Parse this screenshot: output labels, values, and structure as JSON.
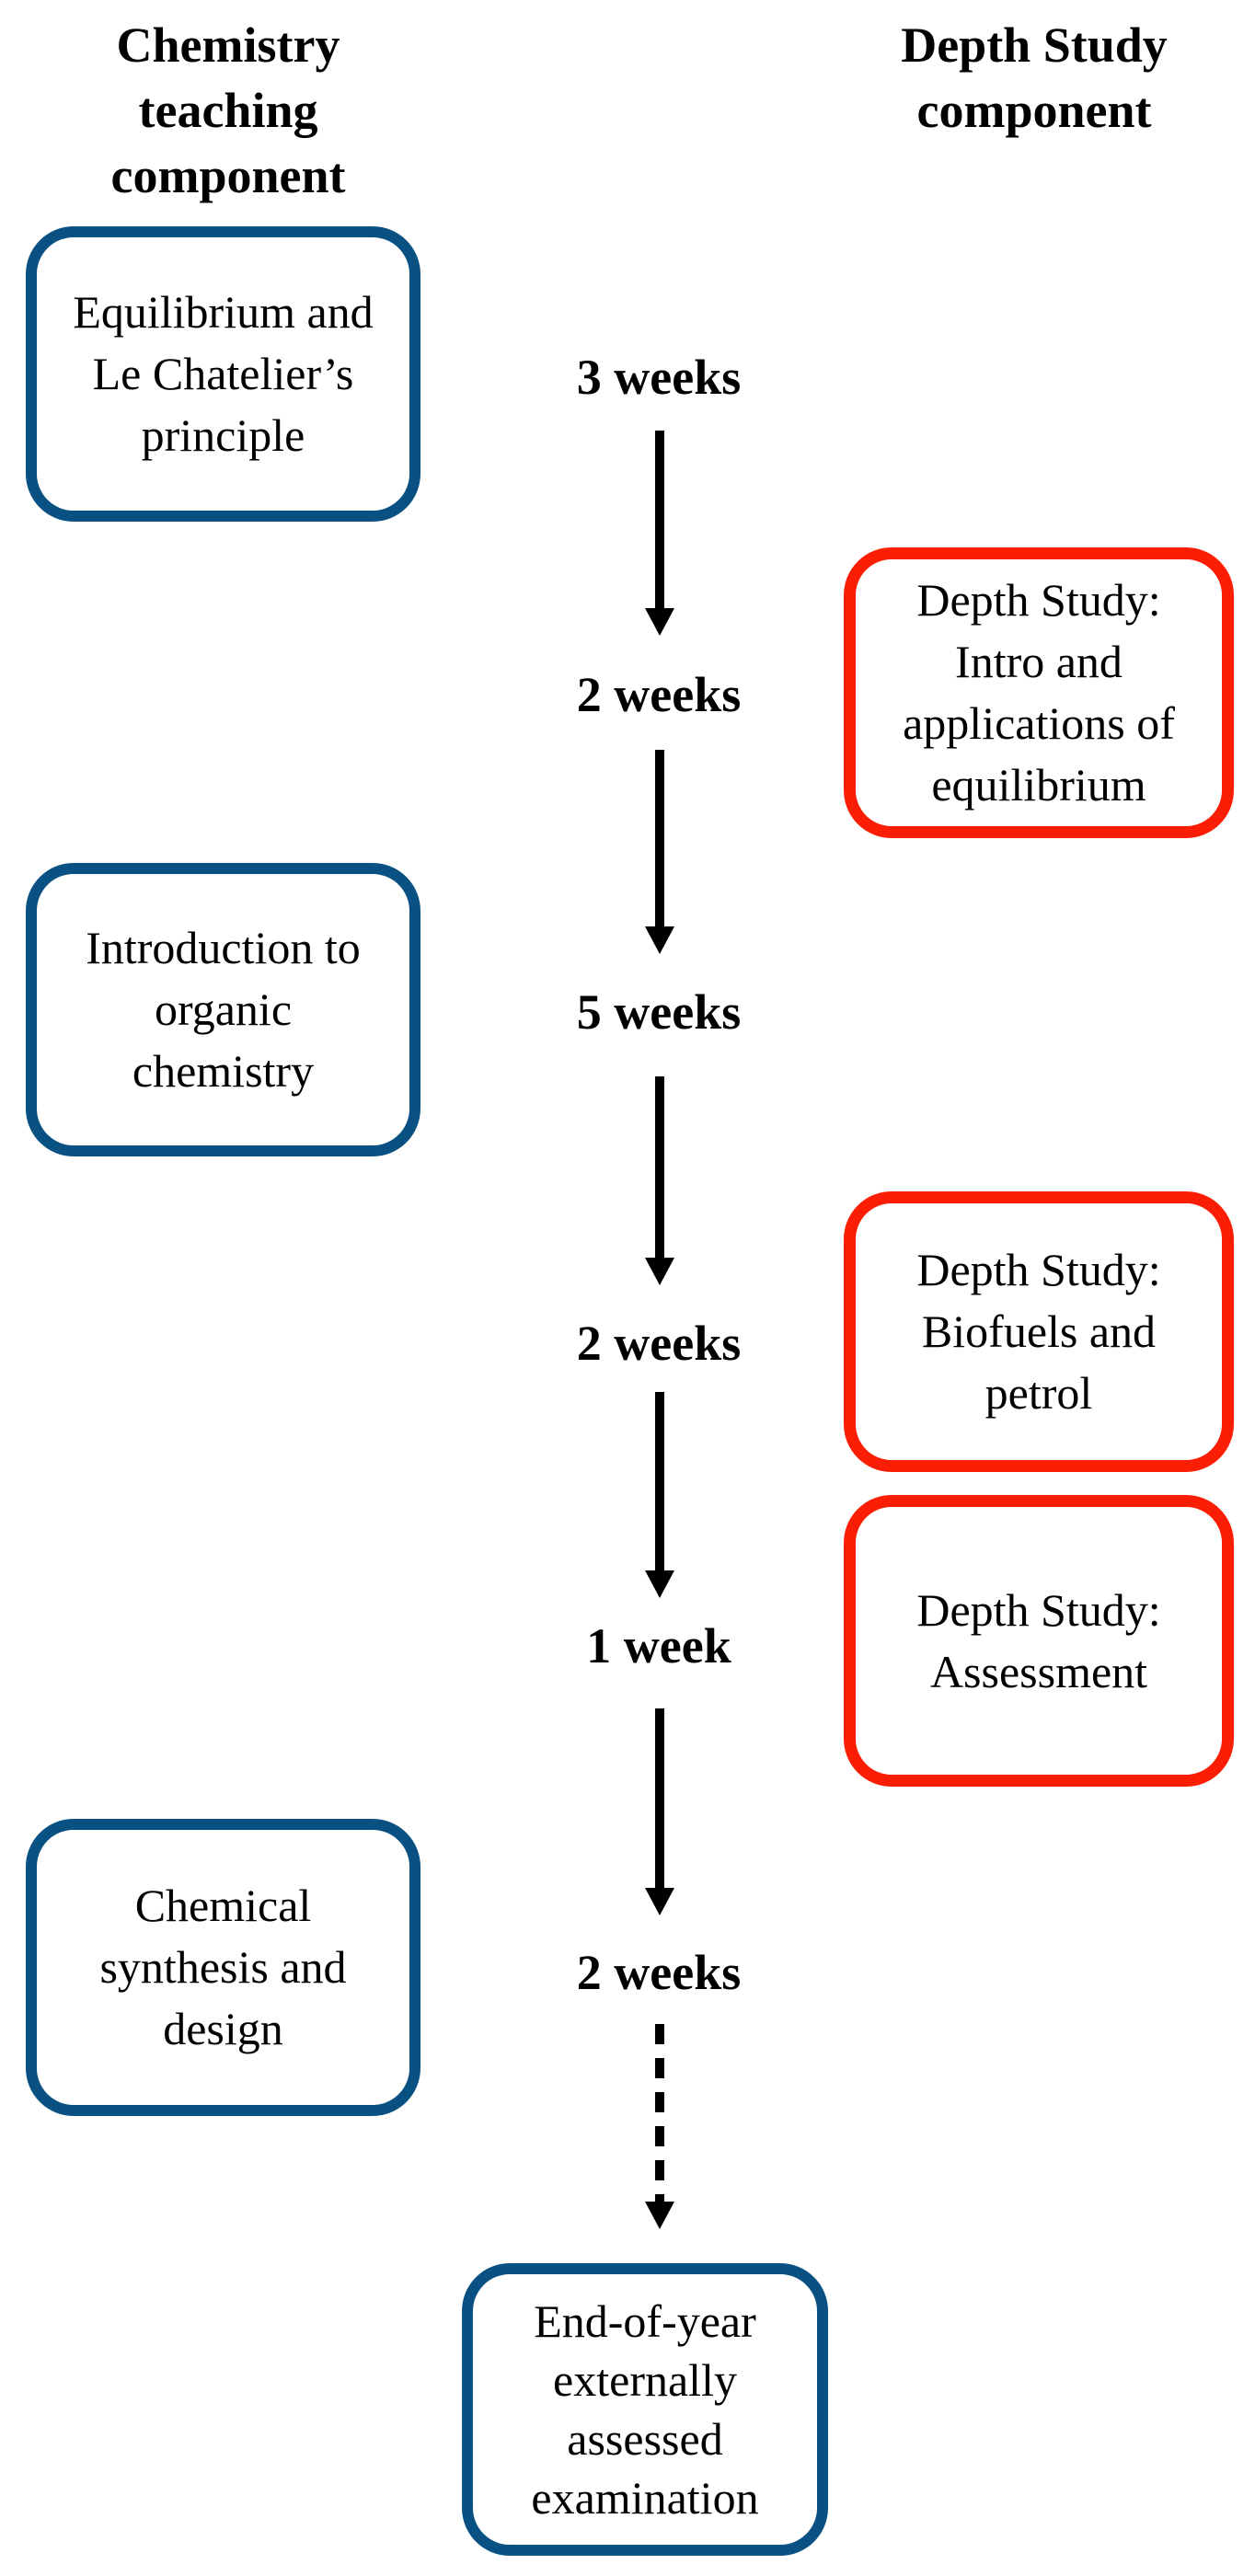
{
  "headers": {
    "left": "Chemistry teaching\ncomponent",
    "right": "Depth Study\ncomponent"
  },
  "teaching_boxes": [
    {
      "label": "Equilibrium and\nLe Chatelier’s\nprinciple"
    },
    {
      "label": "Introduction to\norganic\nchemistry"
    },
    {
      "label": "Chemical\nsynthesis and\ndesign"
    }
  ],
  "depth_boxes": [
    {
      "label": "Depth Study:\nIntro and\napplications of\nequilibrium"
    },
    {
      "label": "Depth Study:\nBiofuels and\npetrol"
    },
    {
      "label": "Depth Study:\nAssessment"
    }
  ],
  "exam_box": {
    "label": "End-of-year\nexternally\nassessed\nexamination"
  },
  "timeline": {
    "week_labels": [
      "3 weeks",
      "2 weeks",
      "5 weeks",
      "2 weeks",
      "1 week",
      "2 weeks"
    ]
  },
  "colors": {
    "teaching_box_border": "#0a5183",
    "depth_box_border": "#fb1e04",
    "arrow": "#000000",
    "text": "#000000",
    "background": "#ffffff"
  }
}
